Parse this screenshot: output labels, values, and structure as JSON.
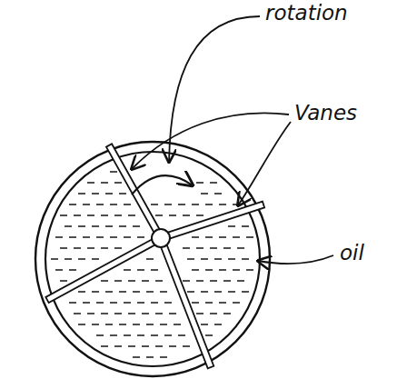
{
  "diagram": {
    "labels": [
      "rotation",
      "Vanes",
      "oil"
    ]
  }
}
